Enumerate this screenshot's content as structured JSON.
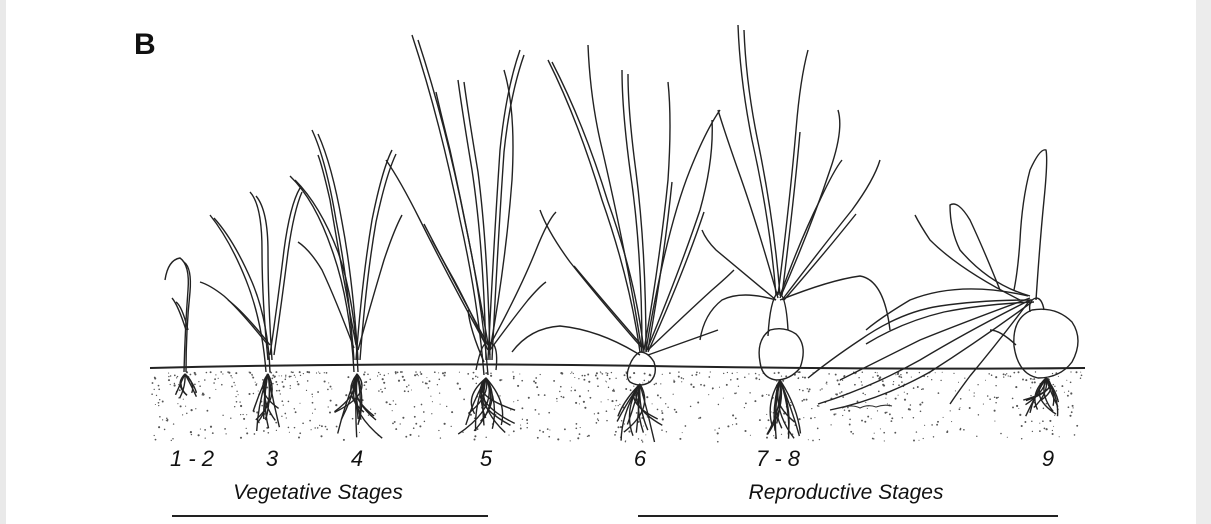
{
  "panel_label": "B",
  "stages": [
    {
      "label": "1 - 2"
    },
    {
      "label": "3"
    },
    {
      "label": "4"
    },
    {
      "label": "5"
    },
    {
      "label": "6"
    },
    {
      "label": "7 - 8"
    },
    {
      "label": "9"
    }
  ],
  "groups": [
    {
      "label": "Vegetative Stages"
    },
    {
      "label": "Reproductive Stages"
    }
  ],
  "colors": {
    "ink": "#111111",
    "paper": "#ffffff"
  }
}
